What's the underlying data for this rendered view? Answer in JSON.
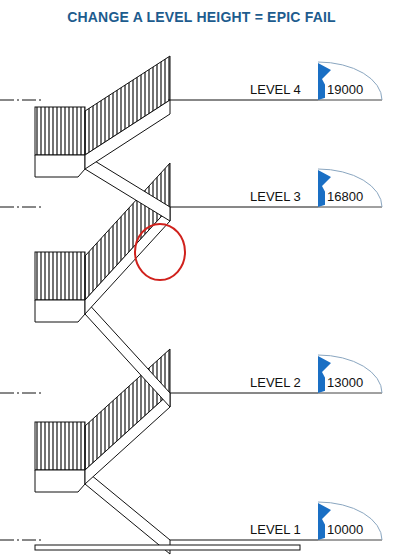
{
  "diagram": {
    "title": "CHANGE A LEVEL HEIGHT = EPIC FAIL",
    "labels": [
      "LEVEL 4",
      "19000",
      "LEVEL 3",
      "16800",
      "LEVEL 2",
      "13000",
      "LEVEL 1",
      "10000"
    ]
  }
}
